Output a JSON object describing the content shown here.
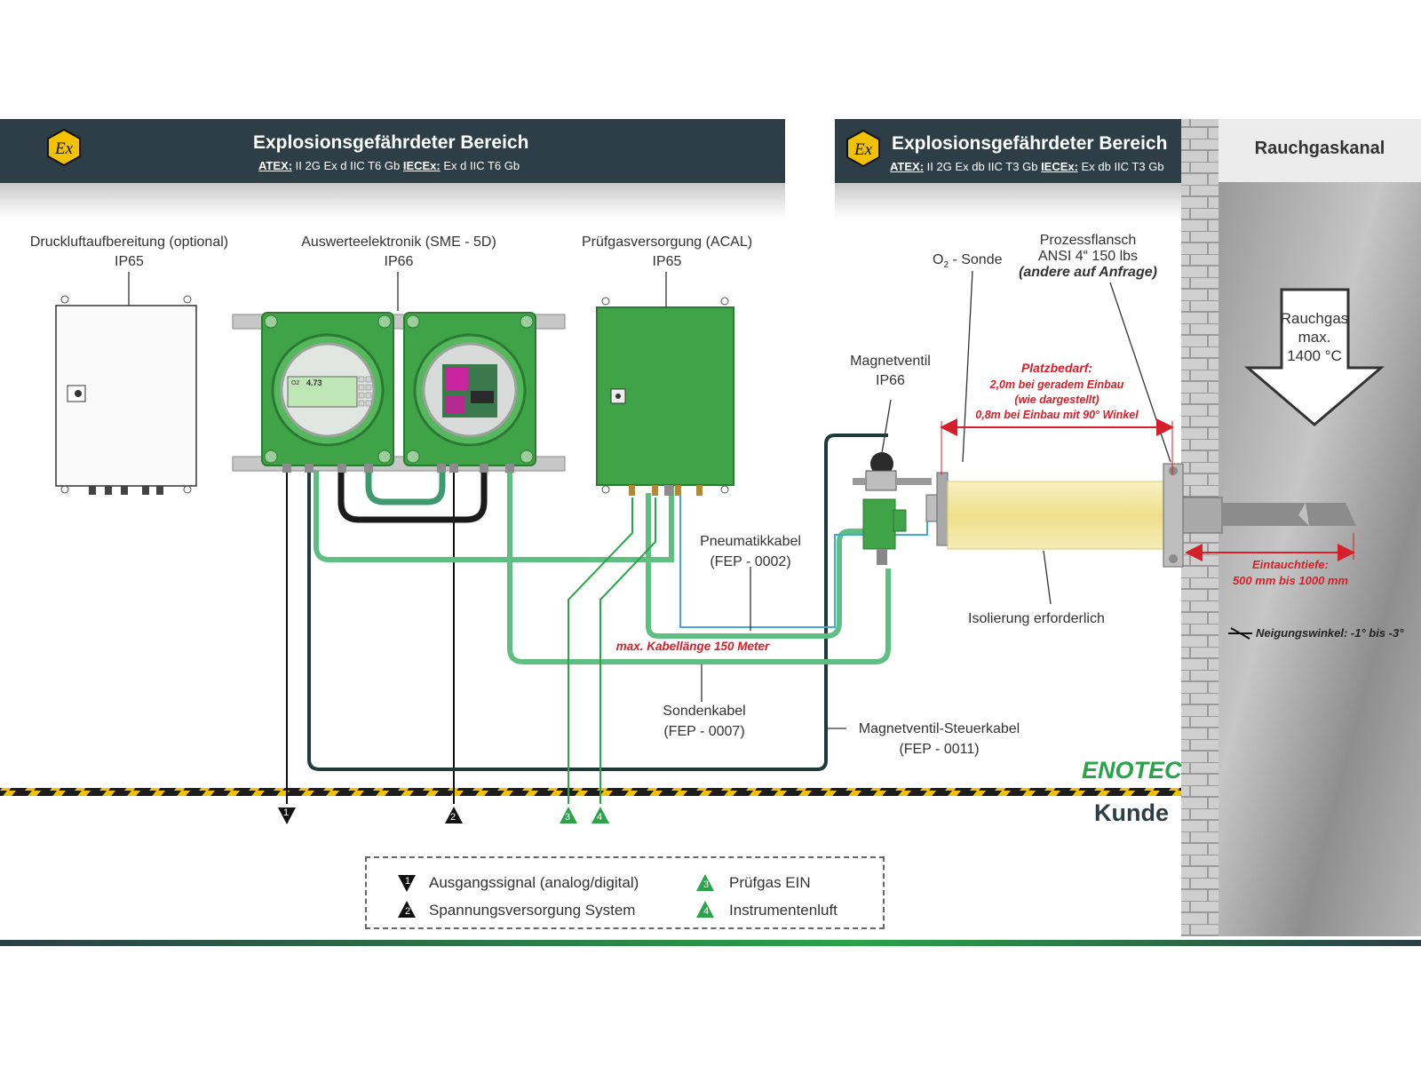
{
  "banner_left": {
    "title": "Explosionsgefährdeter Bereich",
    "atex_label": "ATEX:",
    "atex_value": "II 2G Ex d IIC T6 Gb",
    "iecex_label": "IECEx:",
    "iecex_value": "Ex d IIC T6 Gb"
  },
  "banner_right": {
    "title": "Explosionsgefährdeter Bereich",
    "atex_label": "ATEX:",
    "atex_value": "II 2G Ex db IIC T3 Gb",
    "iecex_label": "IECEx:",
    "iecex_value": "Ex db IIC T3 Gb"
  },
  "ex_symbol": "Ex",
  "duct": {
    "title": "Rauchgaskanal",
    "flow_line1": "Rauchgas",
    "flow_line2": "max.",
    "flow_line3": "1400 °C"
  },
  "components": {
    "compressed_air": {
      "name": "Druckluftaufbereitung (optional)",
      "rating": "IP65"
    },
    "electronics": {
      "name": "Auswerteelektronik (SME - 5D)",
      "rating": "IP66",
      "display_o2": "O2",
      "display_value": "4.73"
    },
    "testgas": {
      "name": "Prüfgasversorgung (ACAL)",
      "rating": "IP65"
    },
    "solenoid": {
      "name": "Magnetventil",
      "rating": "IP66"
    },
    "probe": {
      "name": "O",
      "sub": "2",
      "suffix": " - Sonde"
    },
    "flange": {
      "line1": "Prozessflansch",
      "line2": "ANSI 4“ 150 lbs",
      "line3": "(andere auf Anfrage)"
    },
    "insulation": "Isolierung erforderlich"
  },
  "space": {
    "title": "Platzbedarf:",
    "line1": "2,0m bei geradem Einbau",
    "line2": "(wie dargestellt)",
    "line3": "0,8m bei Einbau mit 90° Winkel"
  },
  "immersion": {
    "title": "Eintauchtiefe:",
    "value": "500 mm bis 1000 mm"
  },
  "inclination": "Neigungswinkel: -1° bis -3°",
  "cables": {
    "pneumatic": {
      "name": "Pneumatikkabel",
      "code": "(FEP - 0002)"
    },
    "max_length": "max. Kabellänge 150 Meter",
    "probe_cable": {
      "name": "Sondenkabel",
      "code": "(FEP - 0007)"
    },
    "solenoid_cable": {
      "name": "Magnetventil-Steuerkabel",
      "code": "(FEP - 0011)"
    }
  },
  "zones": {
    "supplier": "ENOTEC",
    "customer": "Kunde"
  },
  "connections": [
    {
      "num": "1",
      "label": "Ausgangssignal (analog/digital)",
      "color": "#111111"
    },
    {
      "num": "2",
      "label": "Spannungsversorgung System",
      "color": "#111111"
    },
    {
      "num": "3",
      "label": "Prüfgas EIN",
      "color": "#2aa34a"
    },
    {
      "num": "4",
      "label": "Instrumentenluft",
      "color": "#2aa34a"
    }
  ],
  "colors": {
    "banner": "#2d3e46",
    "enclosure_green": "#3fa447",
    "cable_green": "#5fbf82",
    "cable_dark": "#1f3a3a",
    "accent_red": "#d4202a",
    "insulation_yellow": "#f3e9a6"
  }
}
